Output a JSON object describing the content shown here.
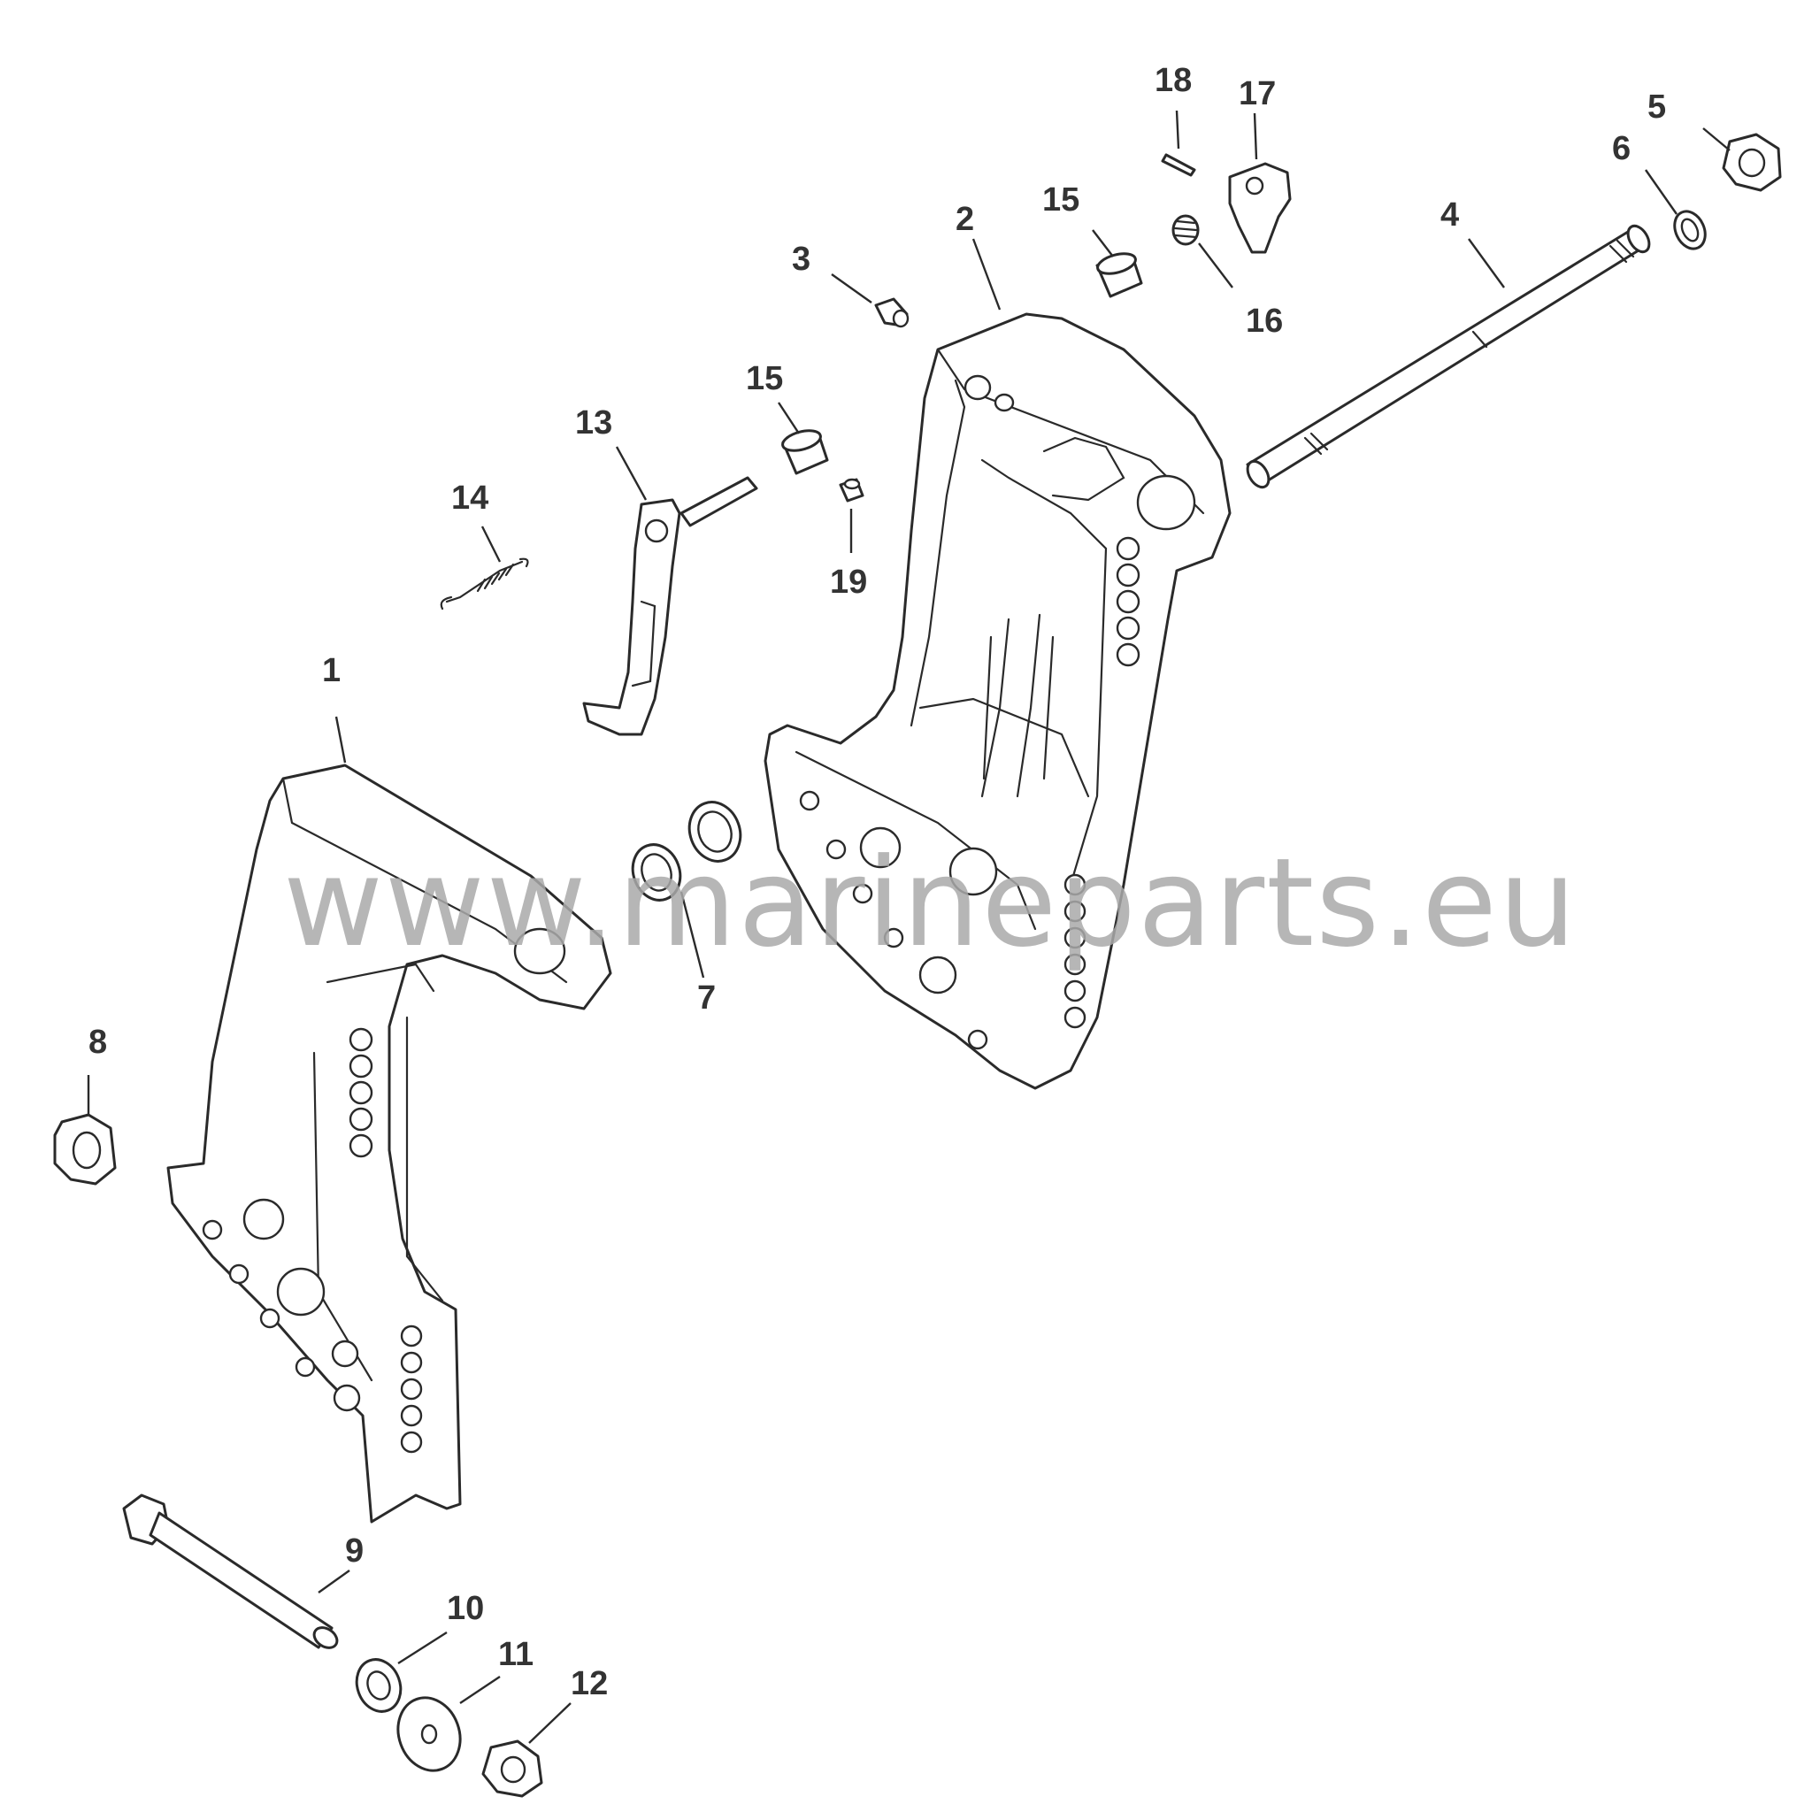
{
  "watermark": "www.marineparts.eu",
  "callouts": {
    "c1": "1",
    "c2": "2",
    "c3": "3",
    "c4": "4",
    "c5": "5",
    "c6": "6",
    "c7": "7",
    "c8": "8",
    "c9": "9",
    "c10": "10",
    "c11": "11",
    "c12": "12",
    "c13": "13",
    "c14": "14",
    "c15a": "15",
    "c15b": "15",
    "c16": "16",
    "c17": "17",
    "c18": "18",
    "c19": "19"
  }
}
